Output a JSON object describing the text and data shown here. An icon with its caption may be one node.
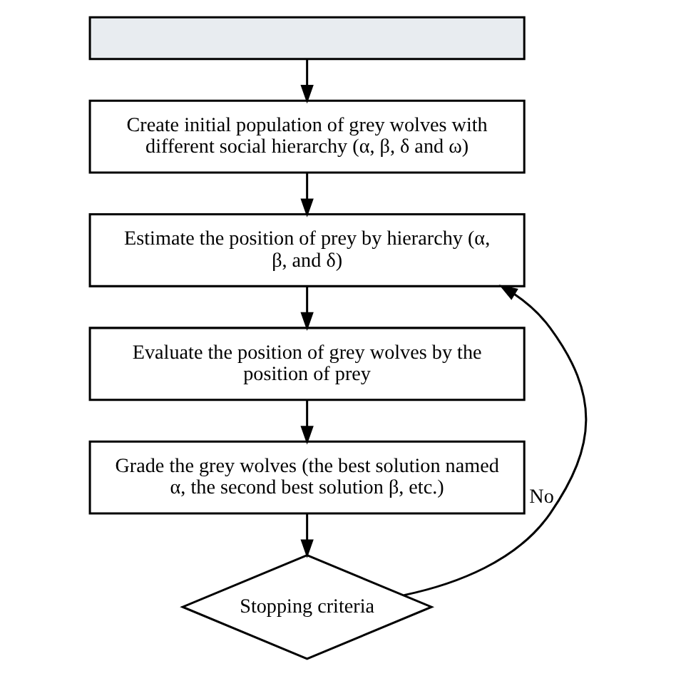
{
  "diagram": {
    "nodes": [
      {
        "text": [],
        "shape": "box"
      },
      {
        "text": [
          "Create initial population of grey wolves with different social hierarchy (α, β, δ and ω)"
        ]
      },
      {
        "text": [
          "Estimate the position of prey by hierarchy (α, β, and δ)"
        ]
      },
      {
        "text": [
          "Evaluate the position of grey wolves by the position of prey"
        ]
      },
      {
        "text": [
          "Grade the grey wolves (the best solution named α, the second best solution β, etc.)"
        ]
      },
      {
        "text": [
          "Stopping criteria"
        ]
      }
    ],
    "edges": [
      {
        "from": 0,
        "to": 1,
        "arrow": "to"
      },
      {
        "from": 1,
        "to": 2,
        "arrow": "to"
      },
      {
        "from": 2,
        "to": 3,
        "arrow": "to"
      },
      {
        "from": 3,
        "to": 4,
        "arrow": "to"
      },
      {
        "from": 4,
        "to": 5,
        "arrow": "to"
      },
      {
        "from": 5,
        "to": 2,
        "arrow": "to",
        "label": "No"
      }
    ]
  }
}
